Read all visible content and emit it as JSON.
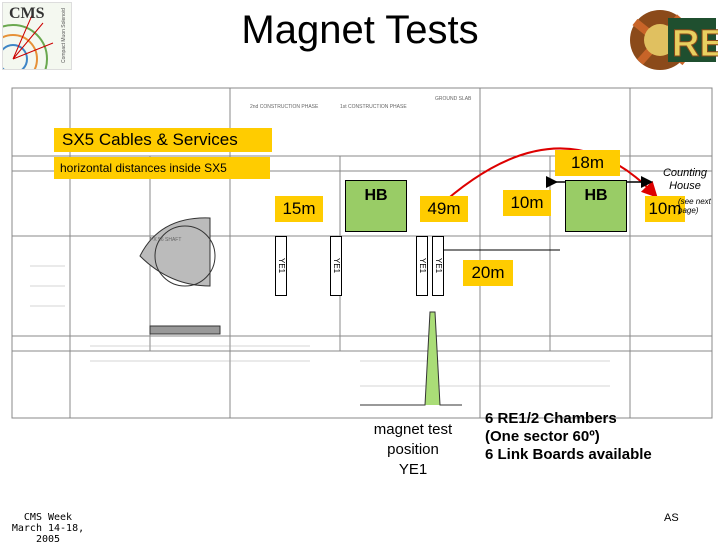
{
  "slide": {
    "title": "Magnet Tests",
    "section_title": "SX5 Cables & Services",
    "section_subtitle": "horizontal distances inside SX5",
    "distances": {
      "d18": "18m",
      "d15": "15m",
      "d49": "49m",
      "d10a": "10m",
      "d10b": "10m",
      "d20": "20m"
    },
    "hb_left": "HB",
    "hb_right": "HB",
    "counting_house": "Counting House",
    "counting_note": "(see next page)",
    "chamber_label": "YE1",
    "callout": [
      "magnet test",
      "position",
      "YE1"
    ],
    "info_lines": [
      "6 RE1/2 Chambers",
      "(One sector 60º)",
      "6 Link Boards available"
    ],
    "footer": [
      "CMS Week",
      "March 14-18, 2005"
    ],
    "author": "AS",
    "logo_left_text": "CMS",
    "logo_right_text": "RE"
  },
  "drawing_labels": {
    "phase_left": "2nd CONSTRUCTION PHASE",
    "phase_right": "1st CONSTRUCTION PHASE",
    "ground": "GROUND SLAB",
    "shaft": "PX 56 SHAFT"
  },
  "colors": {
    "yellow": "#ffcc00",
    "green_box": "#99cc66",
    "red_arrow": "#dd0000",
    "callout_green": "#aadd77"
  }
}
